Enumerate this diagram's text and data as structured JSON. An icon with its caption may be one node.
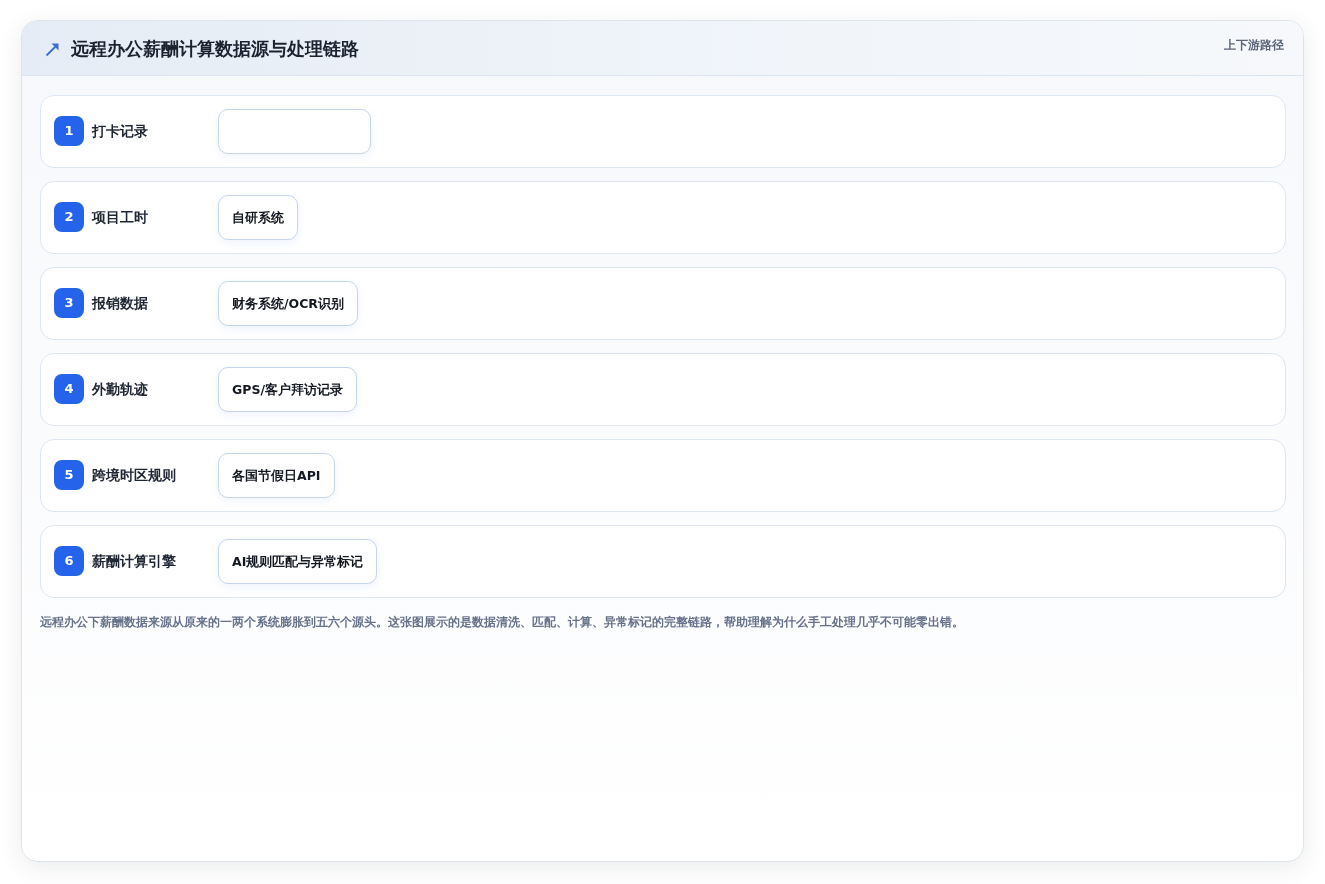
{
  "diagram": {
    "title": "远程办公薪酬计算数据源与处理链路",
    "caption": "远程办公下薪酬数据来源从原来的一两个系统膨胀到五六个源头。这张图展示的是数据清洗、匹配、计算、异常标记的完整链路，帮助理解为什么手工处理几乎不可能零出错。",
    "nodes": [
      {
        "text": [
          "打卡记录"
        ]
      },
      {
        "text": [
          "1"
        ],
        "in": 0
      },
      {
        "text": [],
        "shape": "box",
        "in": 0
      },
      {
        "text": [
          "项目工时"
        ]
      },
      {
        "text": [
          "2"
        ],
        "in": 3
      },
      {
        "text": [
          "自研系统"
        ],
        "in": 3
      },
      {
        "text": [
          "报销数据"
        ]
      },
      {
        "text": [
          "3"
        ],
        "in": 6
      },
      {
        "text": [
          "财务系统/OCR识别"
        ],
        "in": 6
      },
      {
        "text": [
          "外勤轨迹"
        ]
      },
      {
        "text": [
          "4"
        ],
        "in": 9
      },
      {
        "text": [
          "GPS/客户拜访记录"
        ],
        "in": 9
      },
      {
        "text": [
          "跨境时区规则"
        ]
      },
      {
        "text": [
          "5"
        ],
        "in": 12
      },
      {
        "text": [
          "各国节假日API"
        ],
        "in": 12
      },
      {
        "text": [
          "薪酬计算引擎"
        ]
      },
      {
        "text": [
          "6"
        ],
        "in": 15
      },
      {
        "text": [
          "AI规则匹配与异常标记"
        ],
        "in": 15
      }
    ],
    "labels": [
      "上下游路径"
    ]
  }
}
